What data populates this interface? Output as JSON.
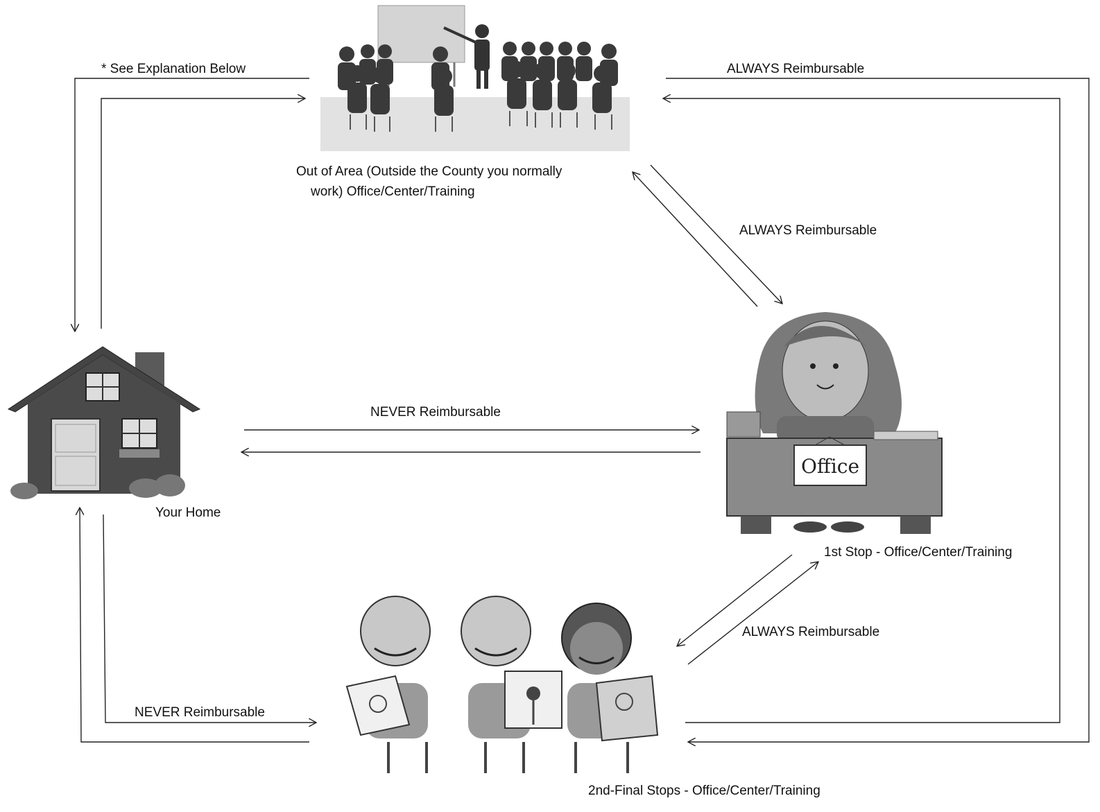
{
  "diagram": {
    "nodes": {
      "out_of_area": {
        "label_line1": "Out of Area (Outside the County you normally",
        "label_line2": "work) Office/Center/Training",
        "image": "classroom-training-illustration"
      },
      "home": {
        "label": "Your Home",
        "image": "house-illustration"
      },
      "first_stop": {
        "label": "1st Stop - Office/Center/Training",
        "image": "office-desk-teacher-illustration",
        "sign_text": "Office"
      },
      "final_stops": {
        "label": "2nd-Final Stops - Office/Center/Training",
        "image": "children-with-drawings-illustration"
      }
    },
    "edges": {
      "home_out_of_area": {
        "label": "* See Explanation Below"
      },
      "out_of_area_final": {
        "label": "ALWAYS Reimbursable"
      },
      "out_of_area_first": {
        "label": "ALWAYS Reimbursable"
      },
      "home_first": {
        "label": "NEVER Reimbursable"
      },
      "first_final": {
        "label": "ALWAYS Reimbursable"
      },
      "home_final": {
        "label": "NEVER Reimbursable"
      }
    }
  },
  "colors": {
    "line": "#222222",
    "house_wall": "#4a4a4a",
    "illustration_gray": "#8a8a8a"
  }
}
